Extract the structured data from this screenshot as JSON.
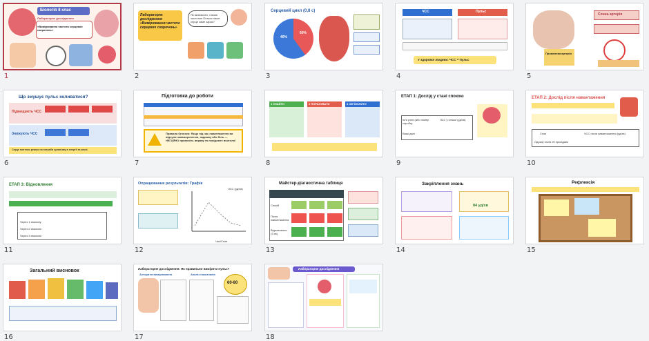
{
  "slides": [
    {
      "number": "1",
      "title": "Біологія 8 клас",
      "subtitle": "«Вимірювання частоти серцевих скорочень»",
      "tag": "Лабораторне дослідження"
    },
    {
      "number": "2",
      "title": "Лабораторне дослідження «Вимірювання частоти серцевих скорочень»",
      "bubble": "Як визначити, з якою частотою б'ється наше серце саме зараз?"
    },
    {
      "number": "3",
      "title": "Серцевий цикл (0,8 с)",
      "label_a": "40%",
      "label_b": "60%"
    },
    {
      "number": "4",
      "header_a": "ЧСС",
      "header_b": "Пульс",
      "footer": "У здорової людини: ЧСС = Пульс"
    },
    {
      "number": "5",
      "label_a": "Сонна артерія",
      "label_b": "Променева артерія"
    },
    {
      "number": "6",
      "title": "Що змушує пульс коливатися?",
      "label_a": "Підвищують ЧСС",
      "label_b": "Знижують ЧСС",
      "footer": "Серце миттєво реагує на потреби організму в енергії та кисні."
    },
    {
      "number": "7",
      "title": "Підготовка до роботи",
      "warning": "Правила безпеки: Якщо під час навантаження ви відчули запаморочення, задишку або біль — НЕГАЙНО припиніть вправу та повідомте вчителя!"
    },
    {
      "number": "8",
      "step_a": "1 ЗНАЙТИ",
      "step_b": "2 ПОРАХУВАТИ",
      "step_c": "3 ОБЧИСЛИТИ"
    },
    {
      "number": "9",
      "title": "ЕТАП 1: Дослід у стані спокою",
      "col_a": "Ім'я учня (або номер спроби)",
      "col_b": "ЧСС у спокої (уд/хв)",
      "row_a": "Ваші дані"
    },
    {
      "number": "10",
      "title": "ЕТАП 2: Дослід після навантаження",
      "col_a": "Стан",
      "col_b": "ЧСС після навантаження (уд/хв)",
      "row_a": "Одразу після 20 присідань"
    },
    {
      "number": "11",
      "title": "ЕТАП 3: Відновлення",
      "row_a": "Через 1 хвилину",
      "row_b": "Через 2 хвилини",
      "row_c": "Через 3 хвилини"
    },
    {
      "number": "12",
      "title": "Опрацювання результатів: Графік",
      "ylabel": "ЧСС (уд/хв)",
      "xlabel": "Час/Стан"
    },
    {
      "number": "13",
      "title": "Майстер-діагностична таблиця",
      "row_a": "Спокій",
      "row_b": "Після навантаження",
      "row_c": "Відновлення (3 хв)"
    },
    {
      "number": "14",
      "title": "Закріплення знань",
      "value": "84 уд/хв"
    },
    {
      "number": "15",
      "title": "Рефлексія"
    },
    {
      "number": "16",
      "title": "Загальний висновок"
    },
    {
      "number": "17",
      "title": "Лабораторне дослідження: Як правильно виміряти пульс?",
      "label_a": "Алгоритм вимірювання",
      "label_b": "Аналіз показників",
      "badge": "60-80"
    },
    {
      "number": "18",
      "title": "Лабораторне дослідження"
    }
  ]
}
